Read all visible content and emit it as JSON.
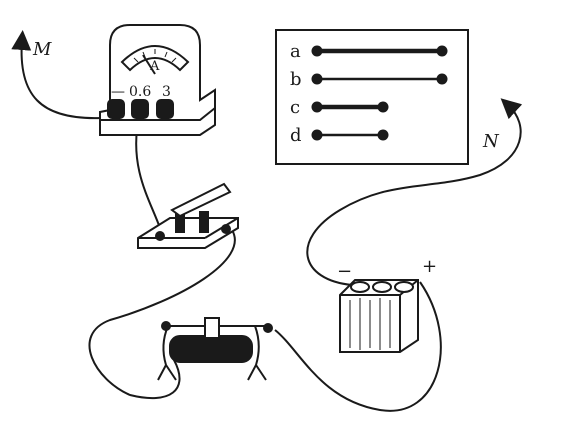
{
  "labels": {
    "m": "M",
    "n": "N",
    "ammeter_unit": "A",
    "ammeter_terminals": [
      "—",
      "0.6",
      "3"
    ],
    "battery_minus": "−",
    "battery_plus": "+"
  },
  "wire_table": {
    "rows": [
      {
        "label": "a",
        "length": "long"
      },
      {
        "label": "b",
        "length": "long"
      },
      {
        "label": "c",
        "length": "short"
      },
      {
        "label": "d",
        "length": "short"
      }
    ]
  },
  "colors": {
    "ink": "#1a1a1a",
    "background": "#ffffff"
  }
}
